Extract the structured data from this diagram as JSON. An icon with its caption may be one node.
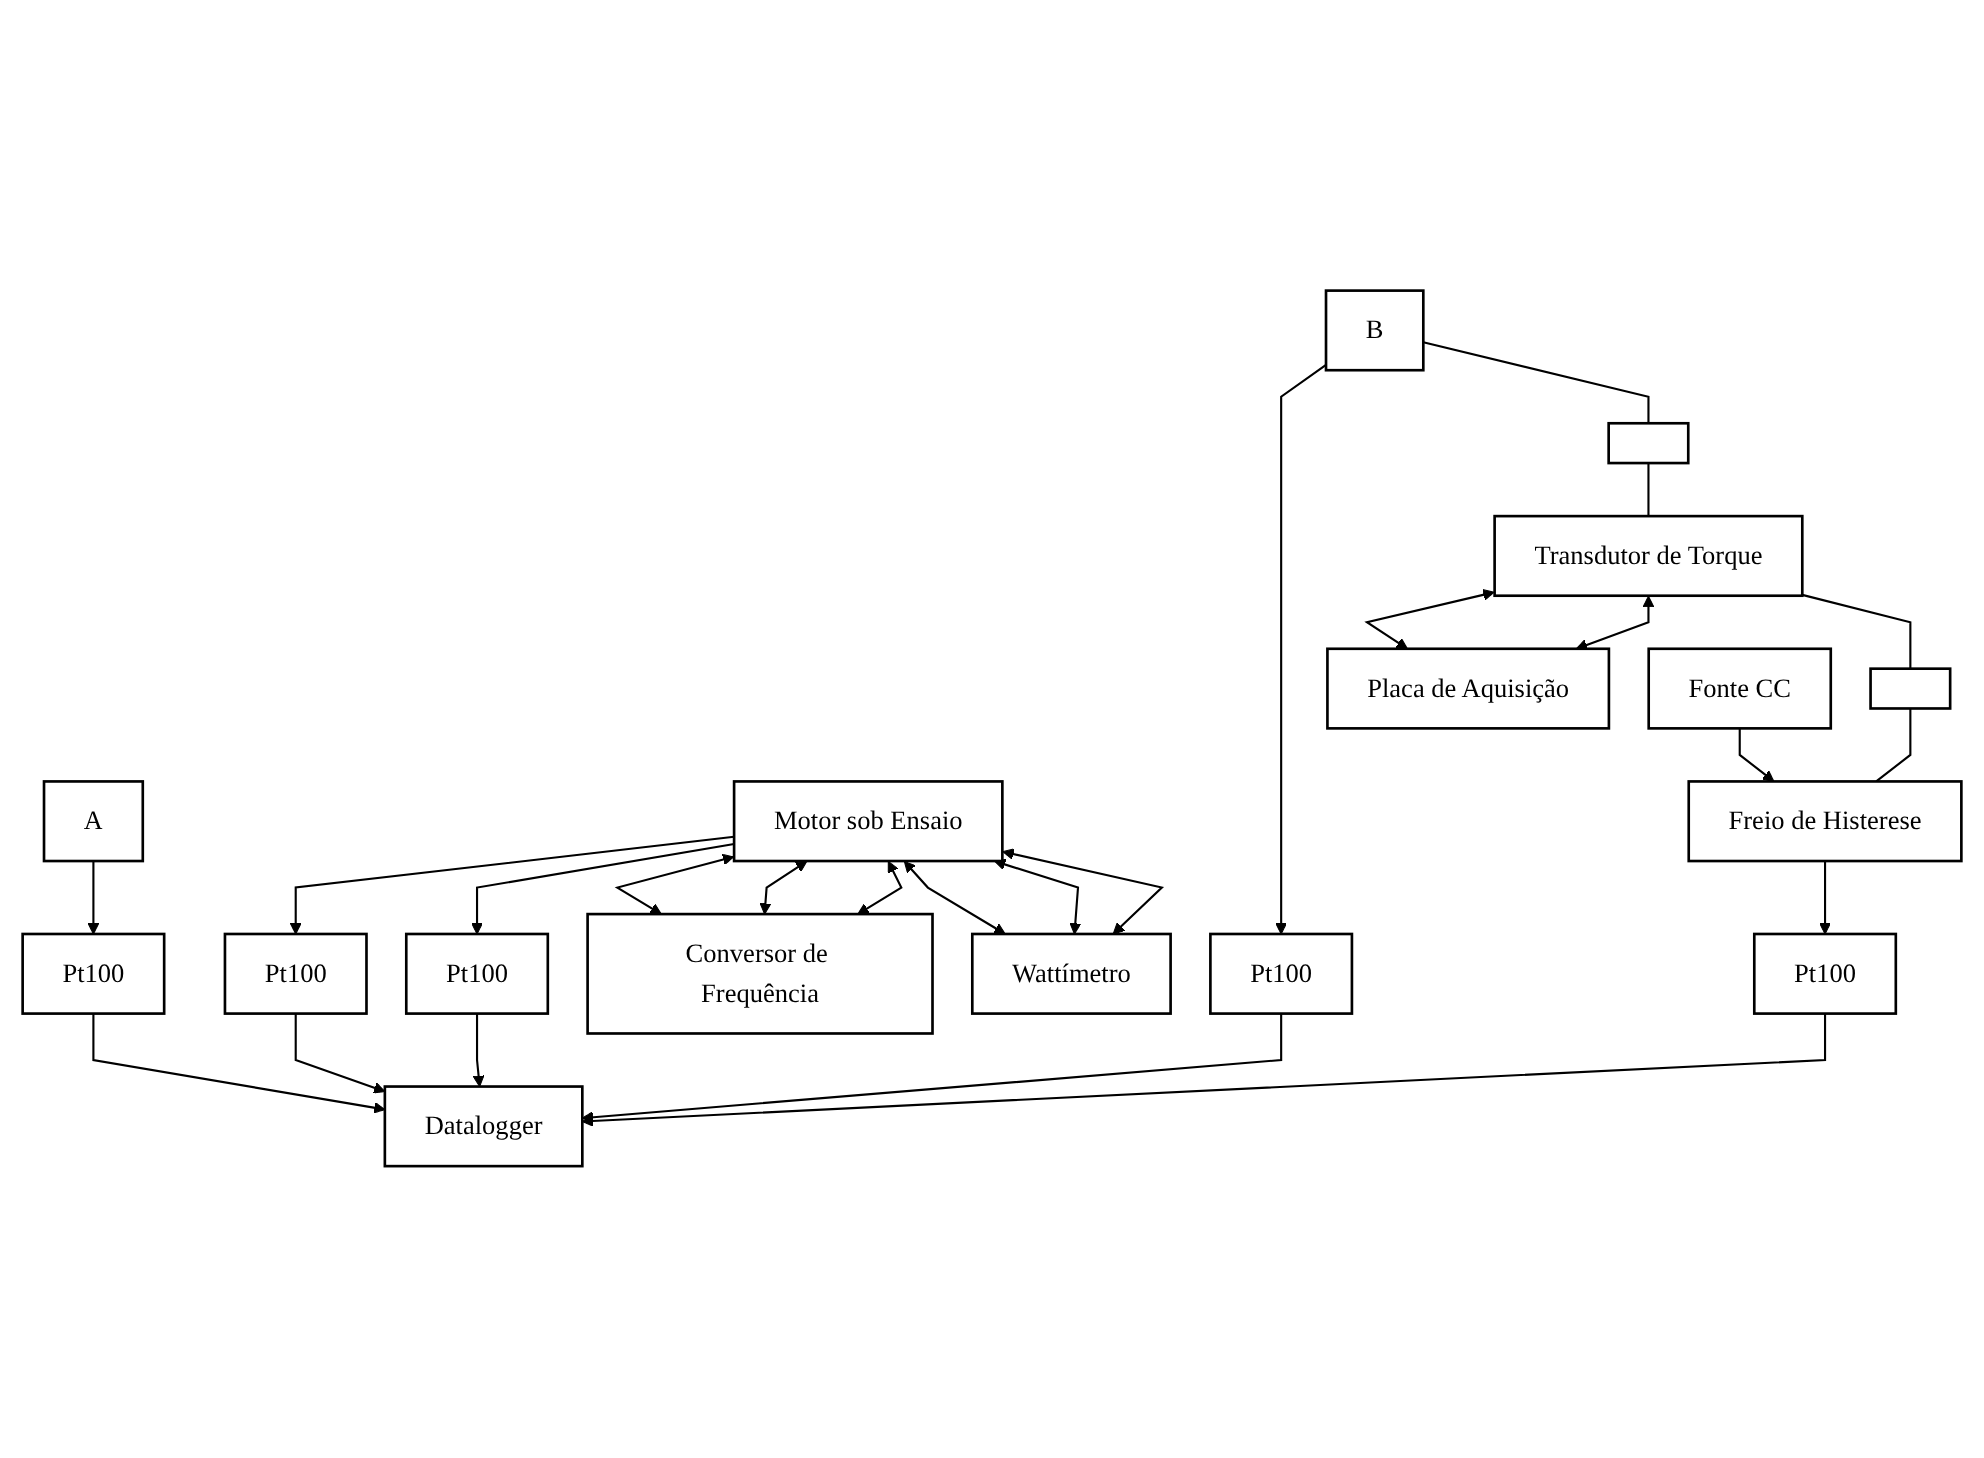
{
  "diagram": {
    "nodes": [
      {
        "text": [
          "A"
        ]
      },
      {
        "text": [
          "Pt100"
        ]
      },
      {
        "text": [
          "Motor sob Ensaio"
        ]
      },
      {
        "text": [
          "Conversor de Frequência"
        ]
      },
      {
        "text": [
          "Pt100"
        ]
      },
      {
        "text": [
          "B"
        ]
      },
      {
        "text": [
          "Pt100"
        ]
      },
      {
        "text": [
          "Pt100"
        ]
      },
      {
        "text": [
          "Wattímetro"
        ]
      },
      {
        "text": [],
        "shape": "box"
      },
      {
        "text": [
          "Transdutor de Torque"
        ]
      },
      {
        "text": [
          "Placa de Aquisição"
        ]
      },
      {
        "text": [],
        "shape": "box"
      },
      {
        "text": [
          "Datalogger"
        ]
      },
      {
        "text": [
          "Pt100"
        ]
      },
      {
        "text": [
          "Freio de Histerese"
        ]
      },
      {
        "text": [
          "Fonte CC"
        ]
      }
    ],
    "edges": [
      {
        "from": 0,
        "to": 1,
        "arrow": "to"
      },
      {
        "from": 2,
        "to": 4,
        "arrow": "to"
      },
      {
        "from": 2,
        "to": 6,
        "arrow": "to"
      },
      {
        "from": 5,
        "to": 7,
        "arrow": "to"
      },
      {
        "from": 1,
        "to": 13,
        "arrow": "to"
      },
      {
        "from": 4,
        "to": 13,
        "arrow": "to"
      },
      {
        "from": 6,
        "to": 13,
        "arrow": "to"
      },
      {
        "from": 7,
        "to": 13,
        "arrow": "to"
      },
      {
        "from": 2,
        "to": 3,
        "arrow": "both"
      },
      {
        "from": 2,
        "to": 3,
        "arrow": "both"
      },
      {
        "from": 2,
        "to": 3,
        "arrow": "both"
      },
      {
        "from": 2,
        "to": 8,
        "arrow": "both"
      },
      {
        "from": 2,
        "to": 8,
        "arrow": "both"
      },
      {
        "from": 2,
        "to": 8,
        "arrow": "both"
      },
      {
        "from": 5,
        "to": 9,
        "arrow": "none"
      },
      {
        "from": 9,
        "to": 10,
        "arrow": "none"
      },
      {
        "from": 10,
        "to": 11,
        "arrow": "both"
      },
      {
        "from": 10,
        "to": 11,
        "arrow": "both"
      },
      {
        "from": 10,
        "to": 12,
        "arrow": "none"
      },
      {
        "from": 12,
        "to": 15,
        "arrow": "none"
      },
      {
        "from": 15,
        "to": 14,
        "arrow": "to"
      },
      {
        "from": 14,
        "to": 13,
        "arrow": "to"
      },
      {
        "from": 16,
        "to": 15,
        "arrow": "to"
      }
    ]
  }
}
